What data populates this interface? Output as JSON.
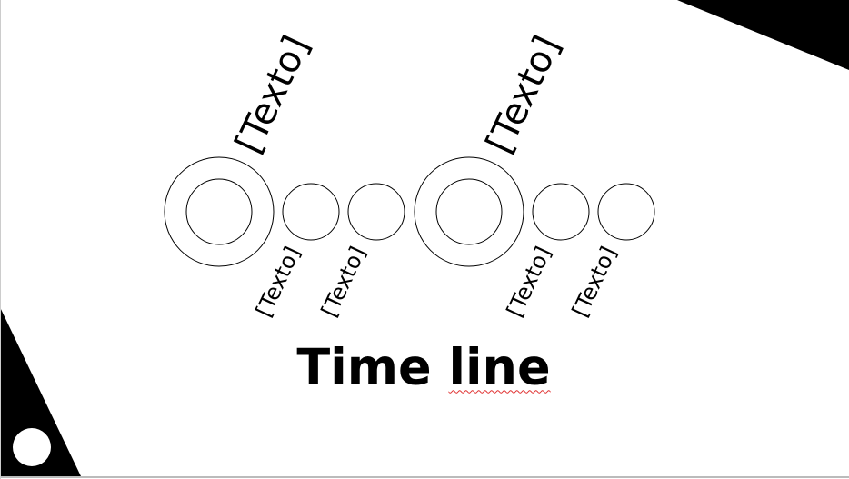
{
  "slide": {
    "title_word1": "Time",
    "title_word2": "line",
    "major_labels": [
      "[Texto]",
      "[Texto]"
    ],
    "minor_labels": [
      "[Texto]",
      "[Texto]",
      "[Texto]",
      "[Texto]"
    ]
  }
}
